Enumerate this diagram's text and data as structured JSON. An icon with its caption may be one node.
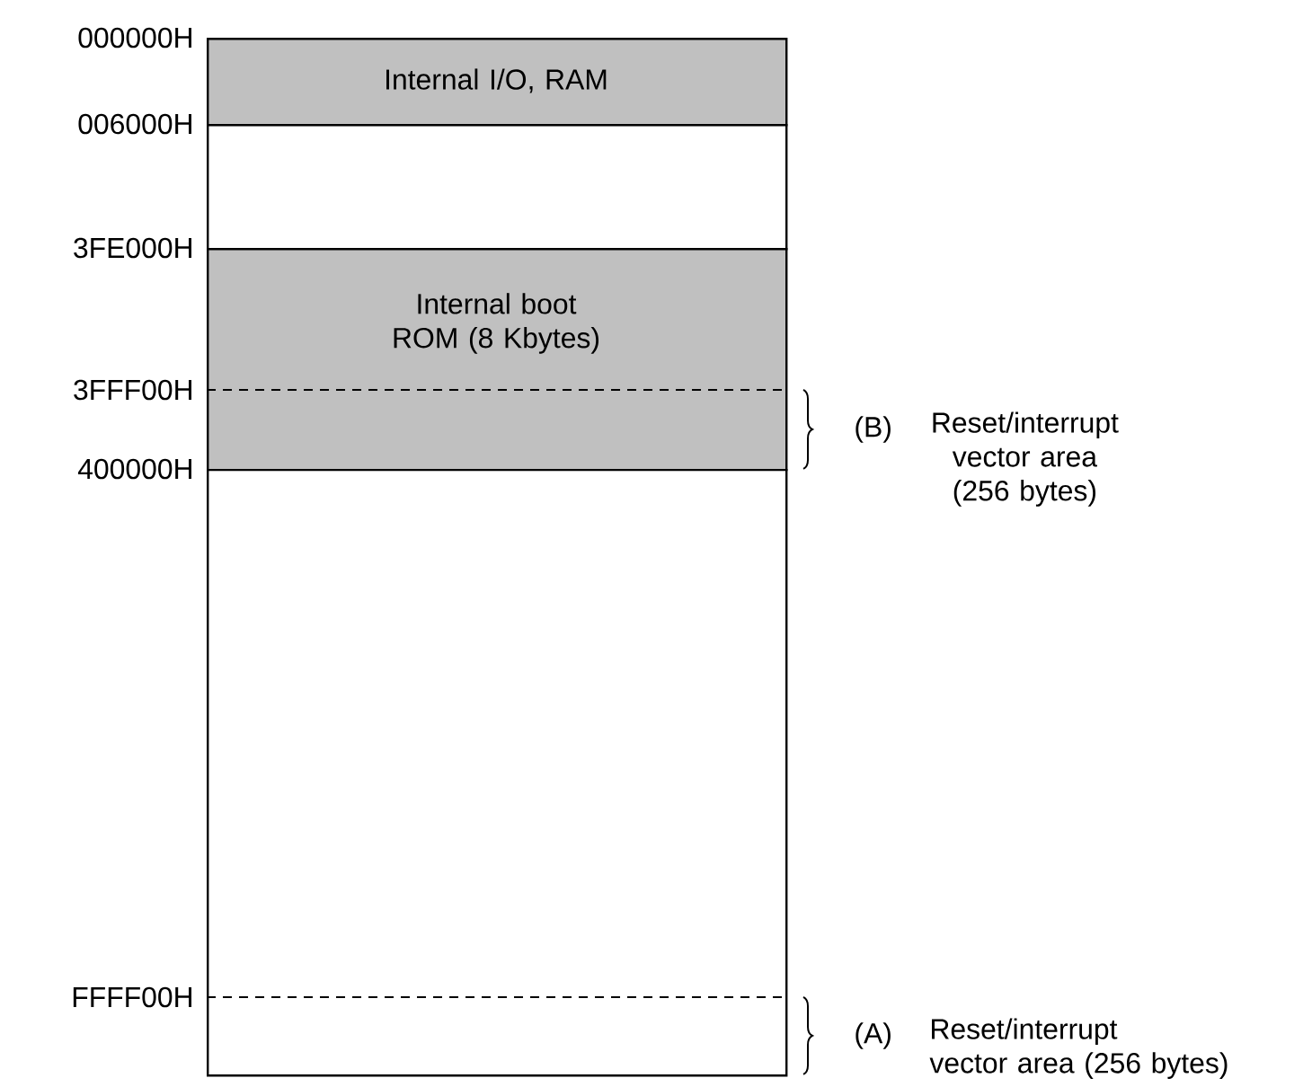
{
  "diagram": {
    "nodes": [
      {
        "text": [
          "Internal I/O, RAM"
        ]
      },
      {
        "text": [],
        "shape": "box"
      },
      {
        "text": [
          "Internal boot ROM (8 Kbytes)"
        ]
      },
      {
        "text": [],
        "shape": "box"
      }
    ],
    "labels": [
      "000000H",
      "006000H",
      "3FE000H",
      "3FFF00H",
      "400000H",
      "FFFF00H",
      "(B)",
      "Reset/interrupt vector area (256 bytes)",
      "(A)",
      "Reset/interrupt vector area (256 bytes)"
    ]
  }
}
